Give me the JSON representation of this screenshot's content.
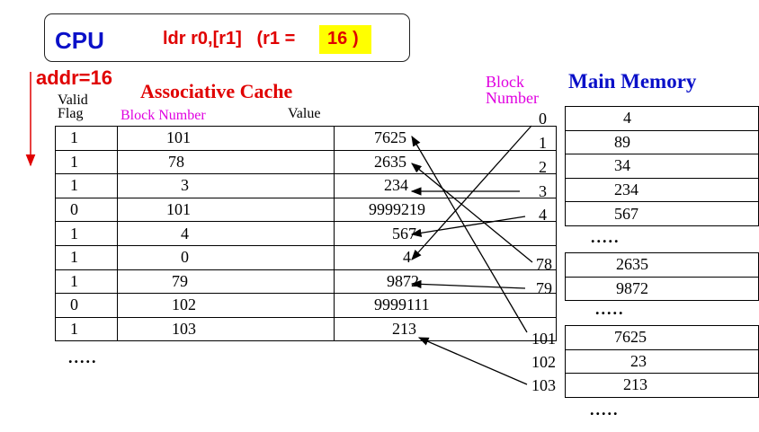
{
  "cpu": {
    "label": "CPU",
    "instruction": "ldr r0,[r1]   (r1 = ",
    "highlight_value": "16",
    "close_paren": ")",
    "highlight_color": "#ffff00"
  },
  "addr_label": "addr=16",
  "cache": {
    "title": "Associative Cache",
    "header_valid_1": "Valid",
    "header_valid_2": "Flag",
    "header_block": "Block Number",
    "header_value": "Value",
    "rows": [
      {
        "valid": "1",
        "block": "101",
        "value": "7625"
      },
      {
        "valid": "1",
        "block": "78",
        "value": "2635"
      },
      {
        "valid": "1",
        "block": "3",
        "value": "234"
      },
      {
        "valid": "0",
        "block": "101",
        "value": "9999219"
      },
      {
        "valid": "1",
        "block": "4",
        "value": "567"
      },
      {
        "valid": "1",
        "block": "0",
        "value": "4"
      },
      {
        "valid": "1",
        "block": "79",
        "value": "9872"
      },
      {
        "valid": "0",
        "block": "102",
        "value": "9999111"
      },
      {
        "valid": "1",
        "block": "103",
        "value": "213"
      }
    ],
    "ellipsis": "....."
  },
  "memory": {
    "title": "Main Memory",
    "block_number_1": "Block",
    "block_number_2": "Number",
    "groups": [
      {
        "numbers": [
          "0",
          "1",
          "2",
          "3",
          "4"
        ],
        "values": [
          "4",
          "89",
          "34",
          "234",
          "567"
        ]
      },
      {
        "numbers": [
          "78",
          "79"
        ],
        "values": [
          "2635",
          "9872"
        ]
      },
      {
        "numbers": [
          "101",
          "102",
          "103"
        ],
        "values": [
          "7625",
          "23",
          "213"
        ]
      }
    ],
    "ellipsis": "....."
  },
  "colors": {
    "red": "#e00000",
    "blue": "#0a10c8",
    "magenta": "#e000e0"
  }
}
